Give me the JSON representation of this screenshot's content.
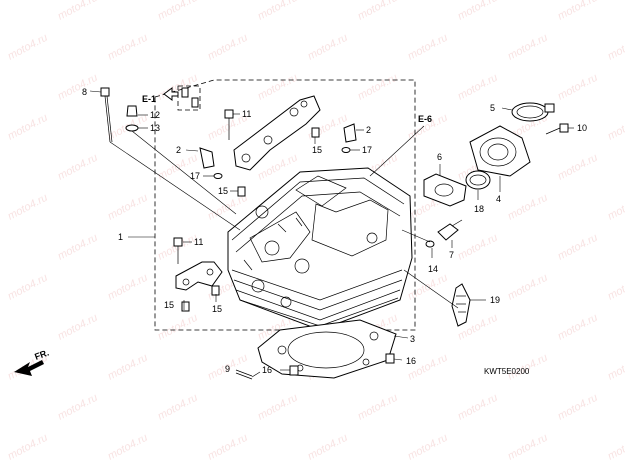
{
  "watermark": {
    "text": "moto4.ru",
    "color": "#d24a4a"
  },
  "ref_labels": {
    "e1": "E-1",
    "e6": "E-6"
  },
  "front_marker": "FR.",
  "figure_code": "KWT5E0200",
  "callouts": [
    {
      "id": "c1",
      "text": "1"
    },
    {
      "id": "c2a",
      "text": "2"
    },
    {
      "id": "c2b",
      "text": "2"
    },
    {
      "id": "c3",
      "text": "3"
    },
    {
      "id": "c4",
      "text": "4"
    },
    {
      "id": "c5",
      "text": "5"
    },
    {
      "id": "c6",
      "text": "6"
    },
    {
      "id": "c7",
      "text": "7"
    },
    {
      "id": "c8",
      "text": "8"
    },
    {
      "id": "c9",
      "text": "9"
    },
    {
      "id": "c10",
      "text": "10"
    },
    {
      "id": "c11a",
      "text": "11"
    },
    {
      "id": "c11b",
      "text": "11"
    },
    {
      "id": "c12",
      "text": "12"
    },
    {
      "id": "c13",
      "text": "13"
    },
    {
      "id": "c14",
      "text": "14"
    },
    {
      "id": "c15a",
      "text": "15"
    },
    {
      "id": "c15b",
      "text": "15"
    },
    {
      "id": "c15c",
      "text": "15"
    },
    {
      "id": "c15d",
      "text": "15"
    },
    {
      "id": "c16a",
      "text": "16"
    },
    {
      "id": "c16b",
      "text": "16"
    },
    {
      "id": "c17a",
      "text": "17"
    },
    {
      "id": "c17b",
      "text": "17"
    },
    {
      "id": "c18",
      "text": "18"
    },
    {
      "id": "c19",
      "text": "19"
    }
  ]
}
